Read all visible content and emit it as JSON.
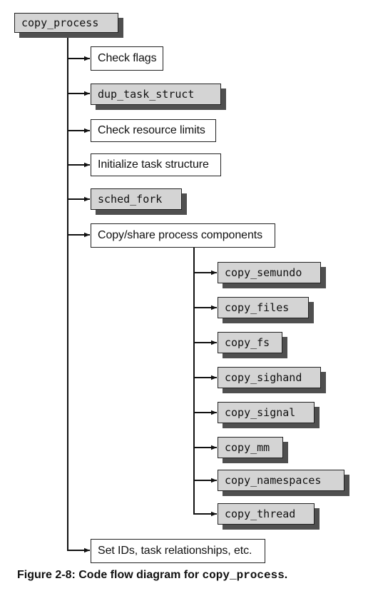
{
  "root": {
    "label": "copy_process"
  },
  "steps": [
    {
      "label": "Check flags",
      "kind": "text"
    },
    {
      "label": "dup_task_struct",
      "kind": "code"
    },
    {
      "label": "Check resource limits",
      "kind": "text"
    },
    {
      "label": "Initialize task structure",
      "kind": "text"
    },
    {
      "label": "sched_fork",
      "kind": "code"
    },
    {
      "label": "Copy/share process components",
      "kind": "text"
    },
    {
      "label": "Set IDs, task relationships, etc.",
      "kind": "text"
    }
  ],
  "components": [
    {
      "label": "copy_semundo"
    },
    {
      "label": "copy_files"
    },
    {
      "label": "copy_fs"
    },
    {
      "label": "copy_sighand"
    },
    {
      "label": "copy_signal"
    },
    {
      "label": "copy_mm"
    },
    {
      "label": "copy_namespaces"
    },
    {
      "label": "copy_thread"
    }
  ],
  "caption": {
    "prefix": "Figure 2-8: Code flow diagram for ",
    "code": "copy_process",
    "suffix": "."
  },
  "colors": {
    "code_box_fill": "#d4d4d4",
    "shadow": "#4f4f4f",
    "line": "#111111"
  }
}
